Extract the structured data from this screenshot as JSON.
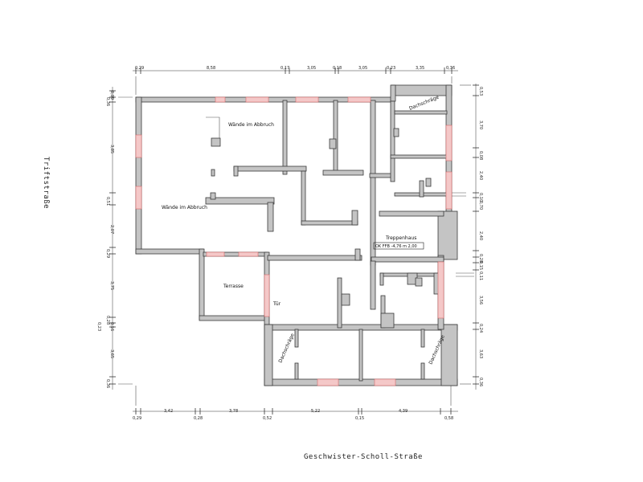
{
  "streets": {
    "west": "Triftstraße",
    "south": "Geschwister-Scholl-Straße"
  },
  "rooms": {
    "walls_demolition_top": "Wände im Abbruch",
    "walls_demolition_left": "Wände im Abbruch",
    "slope_top_right": "Dachschräge",
    "stairwell": "Treppenhaus",
    "stairwell_note": "OK FFB -4,76 m 2,00",
    "terrace": "Terrasse",
    "door": "Tür",
    "slope_bottom_left": "Dachschräge",
    "slope_bottom_right": "Dachschräge"
  },
  "dims": {
    "top": [
      "0,29",
      "8,58",
      "0,17",
      "3,05",
      "0,18",
      "3,05",
      "0,23",
      "3,35",
      "0,36"
    ],
    "bottom": [
      "0,29",
      "3,42",
      "0,28",
      "3,78",
      "0,52",
      "5,22",
      "0,15",
      "4,39",
      "0,58"
    ],
    "left": [
      "0,09",
      "0,36",
      "3,85",
      "0,51",
      "2,07",
      "0,29",
      "3,75",
      "0,28",
      "0,16",
      "0,23",
      "3,65",
      "0,36"
    ],
    "right": [
      "0,53",
      "3,70",
      "0,08",
      "2,40",
      "0,10",
      "0,70",
      "2,40",
      "0,28",
      "0,15",
      "0,11",
      "3,56",
      "0,24",
      "3,63",
      "0,36"
    ]
  },
  "colors": {
    "wall": "#c4c4c4",
    "window": "#f4c8c8"
  }
}
